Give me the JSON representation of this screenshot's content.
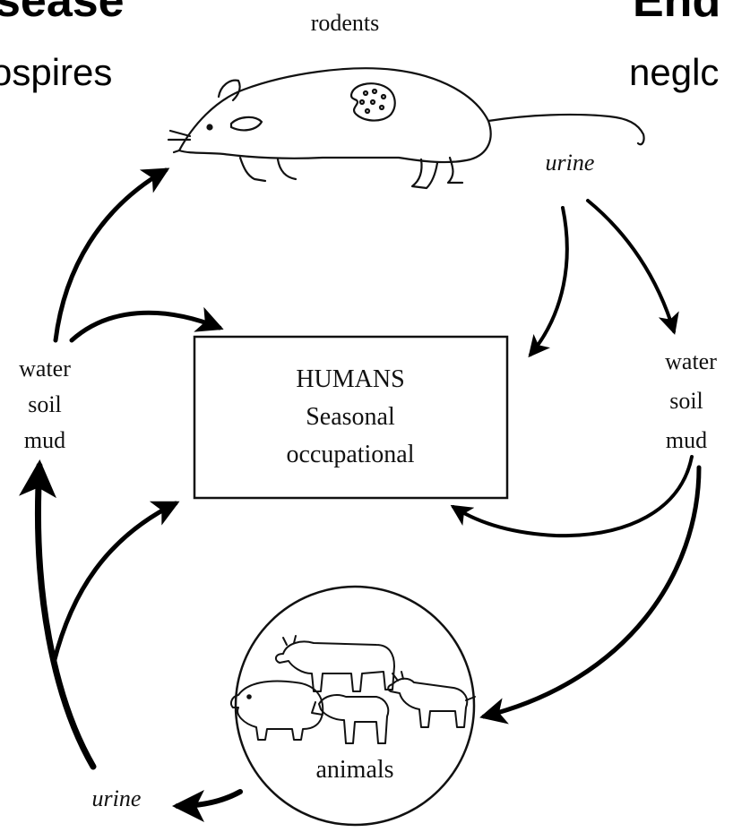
{
  "slide": {
    "heading_left_fragment": "sease",
    "subheading_left_fragment": "ospires",
    "heading_right_fragment": "End",
    "subheading_right_fragment": "neglc"
  },
  "diagram": {
    "rodents_label": "rodents",
    "urine_top_label": "urine",
    "left_reservoir": [
      "water",
      "soil",
      "mud"
    ],
    "right_reservoir": [
      "water",
      "soil",
      "mud"
    ],
    "humans_title": "HUMANS",
    "humans_line2": "Seasonal",
    "humans_line3": "occupational",
    "animals_label": "animals",
    "urine_bottom_label": "urine"
  }
}
